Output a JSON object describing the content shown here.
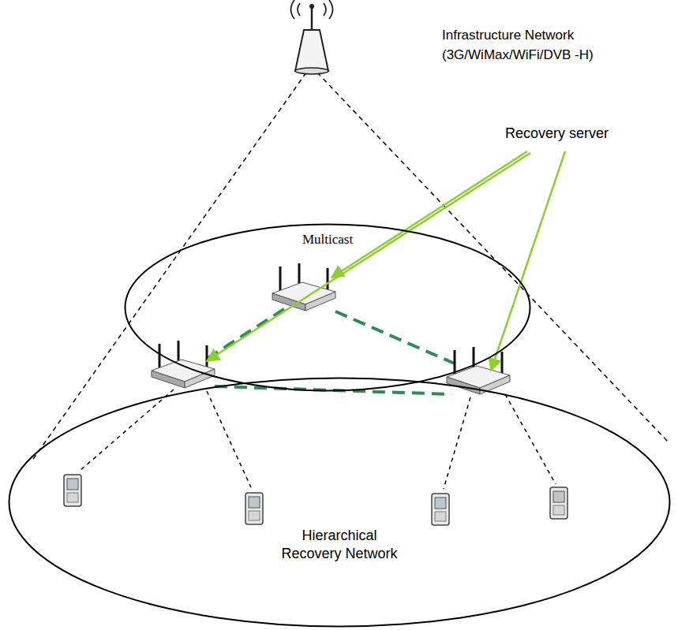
{
  "diagram": {
    "nodes": [
      {
        "text": [
          "Multicast"
        ]
      },
      {
        "text": [
          "Hierarchical Recovery Network"
        ]
      }
    ],
    "labels": [
      "Infrastructure Network (3G/WiMax/WiFi/DVB -H)",
      "Recovery server"
    ]
  }
}
